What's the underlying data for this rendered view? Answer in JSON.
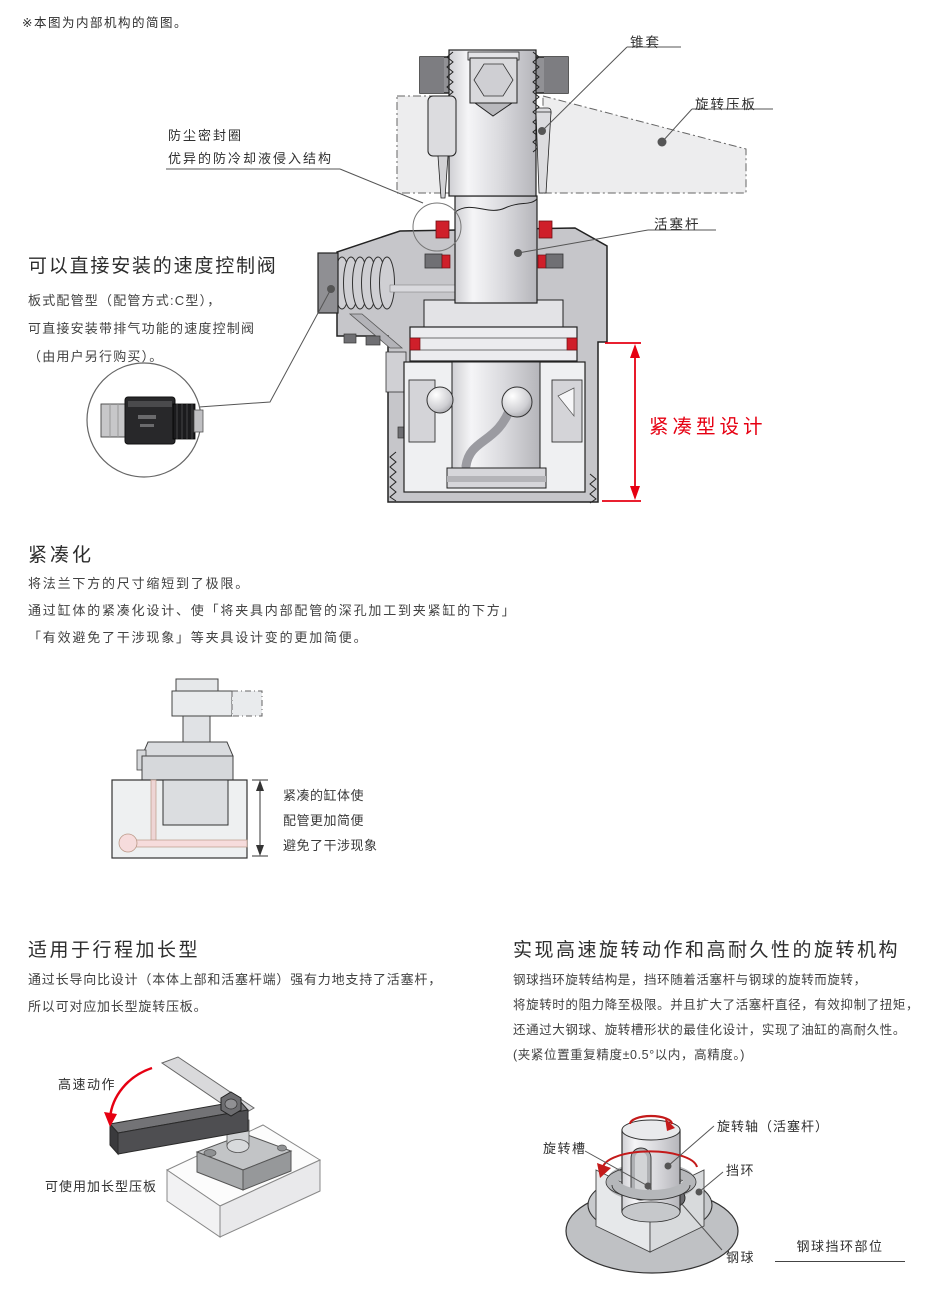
{
  "page": {
    "note": "※本图为内部机构的简图。",
    "accent_red": "#e60012",
    "seal_red": "#cf1f2a"
  },
  "main_diagram": {
    "labels": {
      "cone_sleeve": "锥套",
      "rotary_clamp": "旋转压板",
      "piston_rod": "活塞杆",
      "dust_seal_line1": "防尘密封圈",
      "dust_seal_line2": "优异的防冷却液侵入结构",
      "compact_design": "紧凑型设计"
    }
  },
  "speed_valve_section": {
    "heading": "可以直接安装的速度控制阀",
    "lines": [
      "板式配管型（配管方式:C型），",
      "可直接安装带排气功能的速度控制阀",
      "（由用户另行购买）。"
    ]
  },
  "compact_section": {
    "heading": "紧凑化",
    "lines": [
      "将法兰下方的尺寸缩短到了极限。",
      "通过缸体的紧凑化设计、使「将夹具内部配管的深孔加工到夹紧缸的下方」",
      "「有效避免了干涉现象」等夹具设计变的更加简便。"
    ],
    "figure_notes": [
      "紧凑的缸体使",
      "配管更加简便",
      "避免了干涉现象"
    ]
  },
  "stroke_section": {
    "heading": "适用于行程加长型",
    "lines": [
      "通过长导向比设计（本体上部和活塞杆端）强有力地支持了活塞杆，",
      "所以可对应加长型旋转压板。"
    ],
    "figure": {
      "speed_label": "高速动作",
      "caption": "可使用加长型压板"
    }
  },
  "rotation_section": {
    "heading": "实现高速旋转动作和高耐久性的旋转机构",
    "lines": [
      "钢球挡环旋转结构是，挡环随着活塞杆与钢球的旋转而旋转，",
      "将旋转时的阻力降至极限。并且扩大了活塞杆直径，有效抑制了扭矩，",
      "还通过大钢球、旋转槽形状的最佳化设计，实现了油缸的高耐久性。",
      "(夹紧位置重复精度±0.5°以内，高精度。)"
    ],
    "figure": {
      "labels": {
        "rotation_groove": "旋转槽",
        "rotation_shaft": "旋转轴（活塞杆）",
        "retaining_ring": "挡环",
        "steel_ball": "钢球"
      },
      "caption": "钢球挡环部位"
    }
  }
}
